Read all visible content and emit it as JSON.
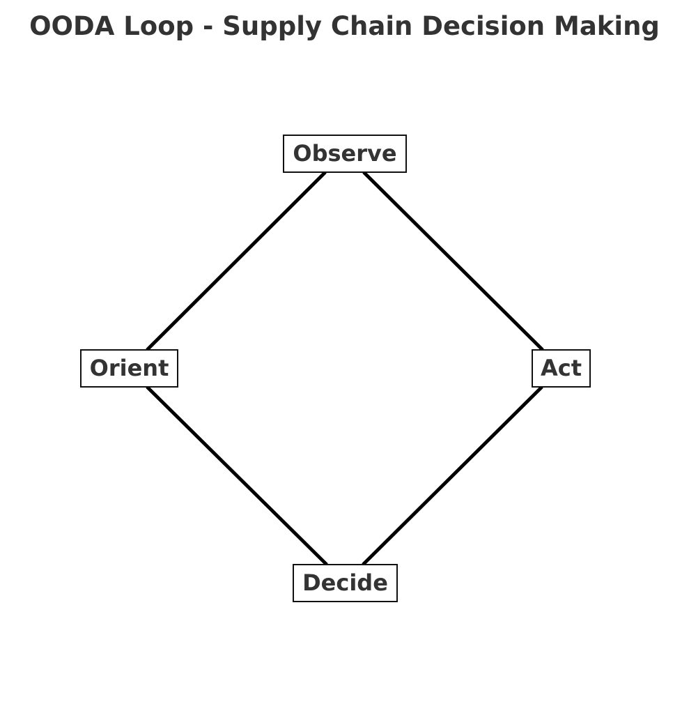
{
  "diagram": {
    "title": "OODA Loop - Supply Chain Decision Making",
    "nodes": {
      "observe": "Observe",
      "orient": "Orient",
      "decide": "Decide",
      "act": "Act"
    },
    "edges": [
      {
        "from": "observe",
        "to": "orient"
      },
      {
        "from": "orient",
        "to": "decide"
      },
      {
        "from": "decide",
        "to": "act"
      },
      {
        "from": "act",
        "to": "observe"
      }
    ],
    "colors": {
      "text": "#333333",
      "line": "#000000",
      "box_border": "#111111",
      "background": "#ffffff"
    }
  }
}
